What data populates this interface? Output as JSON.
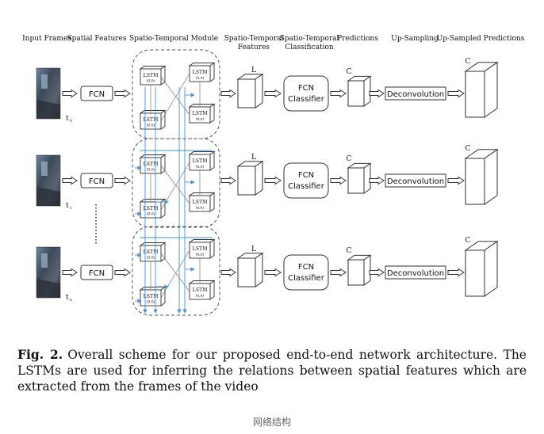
{
  "headers": [
    {
      "line1": "Input Frames",
      "line2": ""
    },
    {
      "line1": "Spatial Features",
      "line2": ""
    },
    {
      "line1": "Spatio-Temporal Module",
      "line2": ""
    },
    {
      "line1": "Spatio-Temporal",
      "line2": "Features"
    },
    {
      "line1": "Spatio-Temporal",
      "line2": "Classification"
    },
    {
      "line1": "Predictions",
      "line2": ""
    },
    {
      "line1": "Up-Sampling",
      "line2": ""
    },
    {
      "line1": "Up-Sampled Predictions",
      "line2": ""
    }
  ],
  "rows": [
    {
      "time_label": "t",
      "time_sub": "0"
    },
    {
      "time_label": "t",
      "time_sub": "1"
    },
    {
      "time_label": "t",
      "time_sub": "n"
    }
  ],
  "labels": {
    "fcn": "FCN",
    "classifier_line1": "FCN",
    "classifier_line2": "Classifier",
    "deconvolution": "Deconvolution",
    "feature_dim": "L",
    "class_dim": "C",
    "lstm": "LSTM",
    "lstm_sub": "(0,0)",
    "lstm_sub_alt": "(n,n)"
  },
  "caption": {
    "label": "Fig. 2.",
    "text": "Overall scheme for our proposed end-to-end network architecture. The LSTMs are used for inferring the relations between spatial features which are extracted from the frames of the video"
  },
  "footer": "网络结构"
}
